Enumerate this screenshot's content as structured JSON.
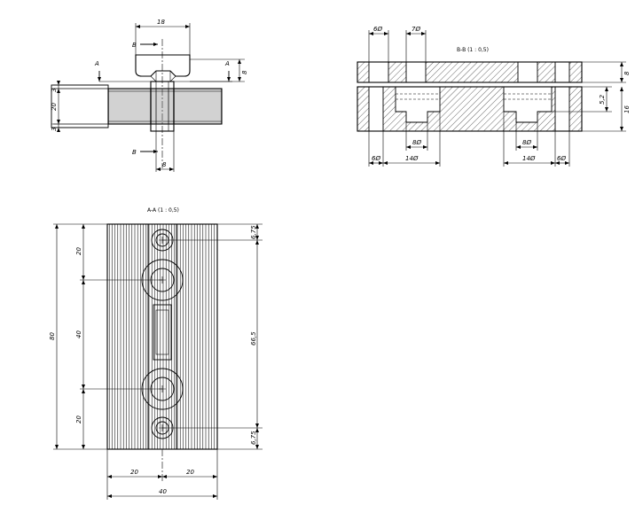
{
  "side_view": {
    "dims": {
      "top_width": "18",
      "left_3_top": "3",
      "left_20": "20",
      "left_3_bottom": "3",
      "right_8": "8",
      "bottom_8": "8"
    },
    "section_marks": {
      "b_top": "B",
      "b_bottom": "B",
      "a_left": "A",
      "a_right": "A"
    }
  },
  "section_bb": {
    "title": "B-B (1 : 0,5)",
    "dims": {
      "top_6": "6Ø",
      "top_7": "7Ø",
      "right_8": "8",
      "right_5_2": "5,2",
      "right_16": "16",
      "inner_8_left": "8Ø",
      "inner_8_right": "8Ø",
      "bottom_6_left": "6Ø",
      "bottom_14_left": "14Ø",
      "bottom_14_right": "14Ø",
      "bottom_6_right": "6Ø"
    }
  },
  "section_aa": {
    "title": "A-A (1 : 0,5)",
    "dims": {
      "left_80": "80",
      "left_20_top": "20",
      "left_40": "40",
      "left_20_bottom": "20",
      "right_6_75_top": "6,75",
      "right_66_5": "66,5",
      "right_6_75_bottom": "6,75",
      "bottom_20_left": "20",
      "bottom_20_right": "20",
      "bottom_40": "40"
    }
  }
}
